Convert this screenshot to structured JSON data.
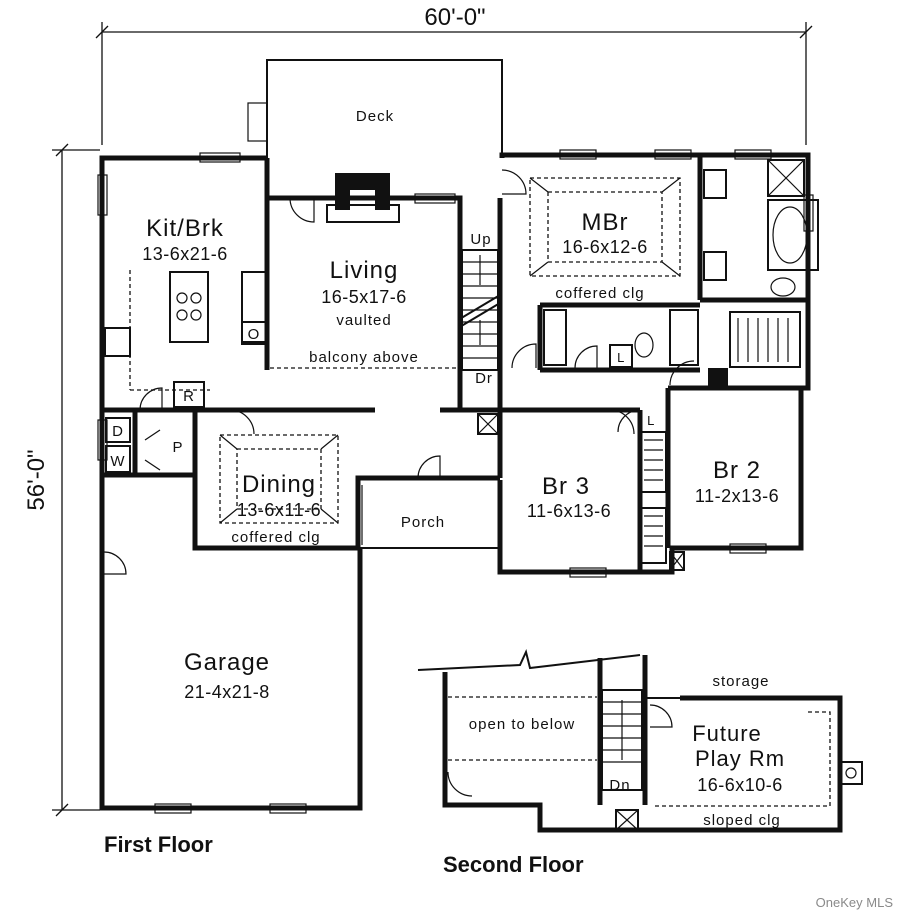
{
  "dimensions": {
    "width": "60'-0\"",
    "depth": "56'-0\""
  },
  "first_floor": {
    "label": "First Floor",
    "rooms": {
      "deck": {
        "name": "Deck"
      },
      "kitchen": {
        "name": "Kit/Brk",
        "size": "13-6x21-6"
      },
      "living": {
        "name": "Living",
        "size": "16-5x17-6",
        "note": "vaulted",
        "note2": "balcony above"
      },
      "master": {
        "name": "MBr",
        "size": "16-6x12-6",
        "note": "coffered clg"
      },
      "dining": {
        "name": "Dining",
        "size": "13-6x11-6",
        "note": "coffered clg"
      },
      "porch": {
        "name": "Porch"
      },
      "br3": {
        "name": "Br 3",
        "size": "11-6x13-6"
      },
      "br2": {
        "name": "Br 2",
        "size": "11-2x13-6"
      },
      "garage": {
        "name": "Garage",
        "size": "21-4x21-8"
      }
    },
    "fixtures": {
      "up": "Up",
      "dr": "Dr",
      "r": "R",
      "p": "P",
      "d": "D",
      "w": "W",
      "o": "O",
      "l1": "L",
      "l2": "L"
    }
  },
  "second_floor": {
    "label": "Second Floor",
    "rooms": {
      "open": {
        "name": "open to below"
      },
      "play": {
        "name": "Future",
        "name2": "Play Rm",
        "size": "16-6x10-6",
        "note": "sloped clg"
      },
      "storage": {
        "name": "storage"
      }
    },
    "dn": "Dn"
  },
  "watermark": "OneKey MLS"
}
